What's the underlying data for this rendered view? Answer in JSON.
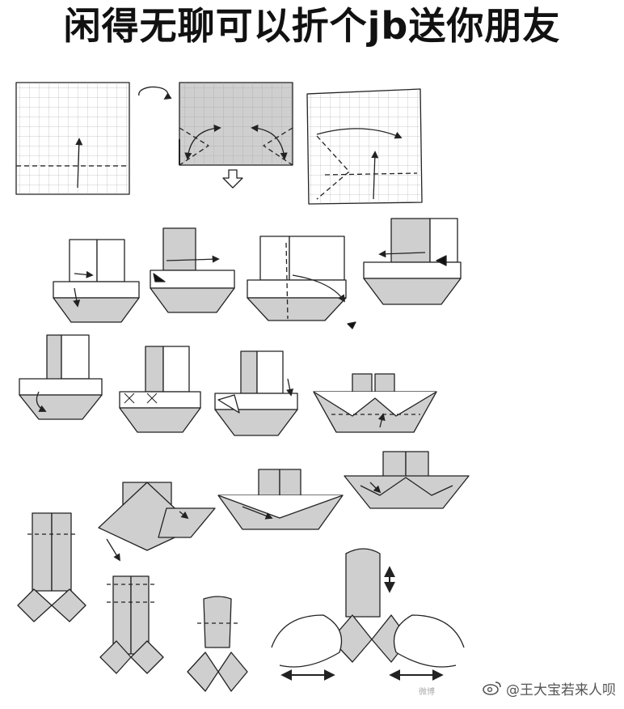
{
  "title": "闲得无聊可以折个jb送你朋友",
  "watermark": "@王大宝若来人呗",
  "watermark_small": "微博",
  "icons": {
    "weibo": "weibo-logo-icon"
  },
  "colors": {
    "paper": "#ffffff",
    "fold": "#cccccc",
    "line": "#222222",
    "dark": "#111111"
  }
}
